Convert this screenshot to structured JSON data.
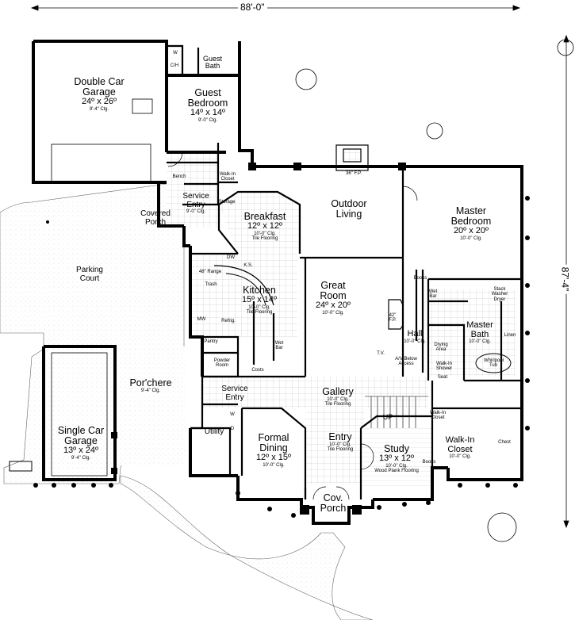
{
  "overall": {
    "width_label": "88'-0\"",
    "depth_label": "87'-4\""
  },
  "rooms": {
    "double_garage": {
      "name": "Double Car Garage",
      "dim": "24º x 26º",
      "clg": "9'-4\" Clg."
    },
    "guest_bedroom": {
      "name": "Guest Bedroom",
      "dim": "14º x 14º",
      "clg": "9'-0\" Clg."
    },
    "guest_bath": {
      "name": "Guest Bath"
    },
    "service_entry_top": {
      "name": "Service Entry",
      "clg": "9'-0\" Clg."
    },
    "covered_porch": {
      "name": "Covered Porch"
    },
    "parking_court": {
      "name": "Parking Court"
    },
    "breakfast": {
      "name": "Breakfast",
      "dim": "12º x 12º",
      "clg": "10'-0\" Clg.",
      "floor": "Tile Flooring"
    },
    "outdoor_living": {
      "name": "Outdoor Living"
    },
    "master_bedroom": {
      "name": "Master Bedroom",
      "dim": "20º x 20º",
      "clg": "10'-0\" Clg."
    },
    "kitchen": {
      "name": "Kitchen",
      "dim": "15º x 14º",
      "clg": "10'-0\" Clg.",
      "floor": "Tile Flooring"
    },
    "great_room": {
      "name": "Great Room",
      "dim": "24º x 20º",
      "clg": "10'-0\" Clg."
    },
    "hall": {
      "name": "Hall",
      "clg": "10'-0\" Clg."
    },
    "master_bath": {
      "name": "Master Bath",
      "clg": "10'-0\" Clg."
    },
    "porchere": {
      "name": "Por'chere",
      "clg": "9'-4\" Clg."
    },
    "service_entry_bottom": {
      "name": "Service Entry"
    },
    "gallery": {
      "name": "Gallery",
      "clg": "10'-0\" Clg.",
      "floor": "Tile Flooring"
    },
    "single_garage": {
      "name": "Single Car Garage",
      "dim": "13º x 24º",
      "clg": "9'-4\" Clg."
    },
    "utility": {
      "name": "Utility"
    },
    "formal_dining": {
      "name": "Formal Dining",
      "dim": "12º x 15º",
      "clg": "10'-0\" Clg."
    },
    "entry": {
      "name": "Entry",
      "clg": "10'-0\" Clg.",
      "floor": "Tile Flooring"
    },
    "study": {
      "name": "Study",
      "dim": "13º x 12º",
      "clg": "10'-0\" Clg.",
      "floor": "Wood Plank Flooring"
    },
    "walkin_closet_master": {
      "name": "Walk-In Closet",
      "clg": "10'-0\" Clg."
    },
    "cov_porch": {
      "name": "Cov. Porch"
    }
  },
  "small_labels": {
    "wh": "W",
    "ch": "C/H",
    "bench": "Bench",
    "walkin_closet_guest": "Walk-In Closet",
    "storage": "Storage",
    "fp_outdoor": "36\" F.P.",
    "dw": "DW",
    "ks": "K.S.",
    "range": "48\" Range",
    "trash": "Trash",
    "mw": "MW",
    "refrig": "Refrig.",
    "pantry": "Pantry",
    "powder_room": "Powder Room",
    "wet_bar": "Wet Bar",
    "wet_bar_master": "Wet Bar",
    "books": "Books",
    "costs": "Costs",
    "fp_great": "42\" F.P.",
    "tv": "T.V.",
    "av_below": "A/V Below Access",
    "stack_washer": "Stack Washer Dryer",
    "drying_area": "Drying Area",
    "walkin_shower": "Walk-In Shower",
    "seat": "Seat",
    "linen": "Linen",
    "whirlpool_tub": "Whirlpool Tub",
    "walkin_closet_small": "Walk-In Closet",
    "chest": "Chest",
    "up": "UP",
    "wd_w": "W",
    "wd_d": "D",
    "books_study": "Books"
  }
}
